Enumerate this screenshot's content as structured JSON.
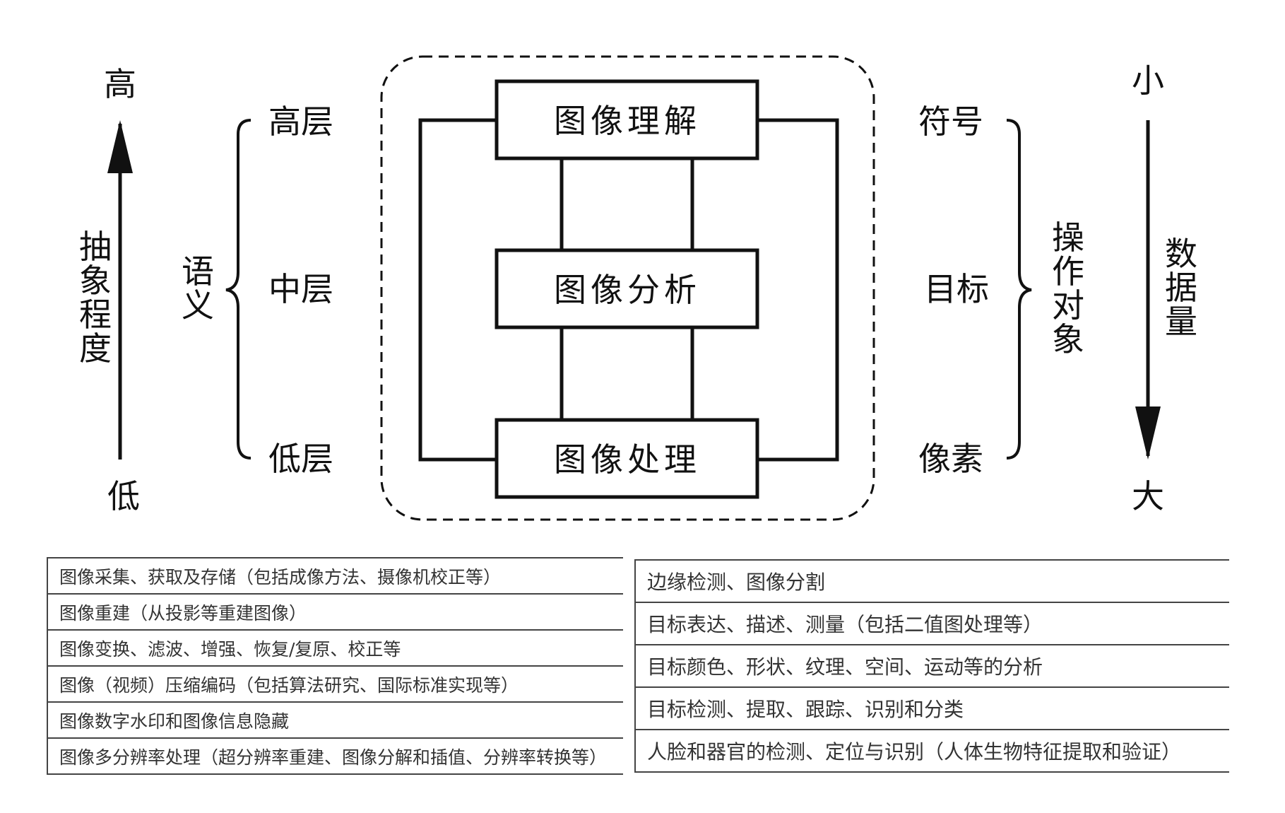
{
  "left_axis": {
    "top": "高",
    "bottom": "低",
    "label": [
      "抽",
      "象",
      "程",
      "度"
    ]
  },
  "semantic": {
    "label": [
      "语",
      "义"
    ],
    "levels": [
      "高层",
      "中层",
      "低层"
    ]
  },
  "boxes": {
    "understanding": "图像理解",
    "analysis": "图像分析",
    "processing": "图像处理"
  },
  "objects": {
    "levels": [
      "符号",
      "目标",
      "像素"
    ],
    "label": [
      "操",
      "作",
      "对",
      "象"
    ]
  },
  "right_axis": {
    "top": "小",
    "bottom": "大",
    "label": [
      "数",
      "据",
      "量"
    ]
  },
  "processing_tasks": [
    "图像采集、获取及存储（包括成像方法、摄像机校正等）",
    "图像重建（从投影等重建图像）",
    "图像变换、滤波、增强、恢复/复原、校正等",
    "图像（视频）压缩编码（包括算法研究、国际标准实现等）",
    "图像数字水印和图像信息隐藏",
    "图像多分辨率处理（超分辨率重建、图像分解和插值、分辨率转换等）"
  ],
  "analysis_tasks": [
    "边缘检测、图像分割",
    "目标表达、描述、测量（包括二值图处理等）",
    "目标颜色、形状、纹理、空间、运动等的分析",
    "目标检测、提取、跟踪、识别和分类",
    "人脸和器官的检测、定位与识别（人体生物特征提取和验证）"
  ]
}
